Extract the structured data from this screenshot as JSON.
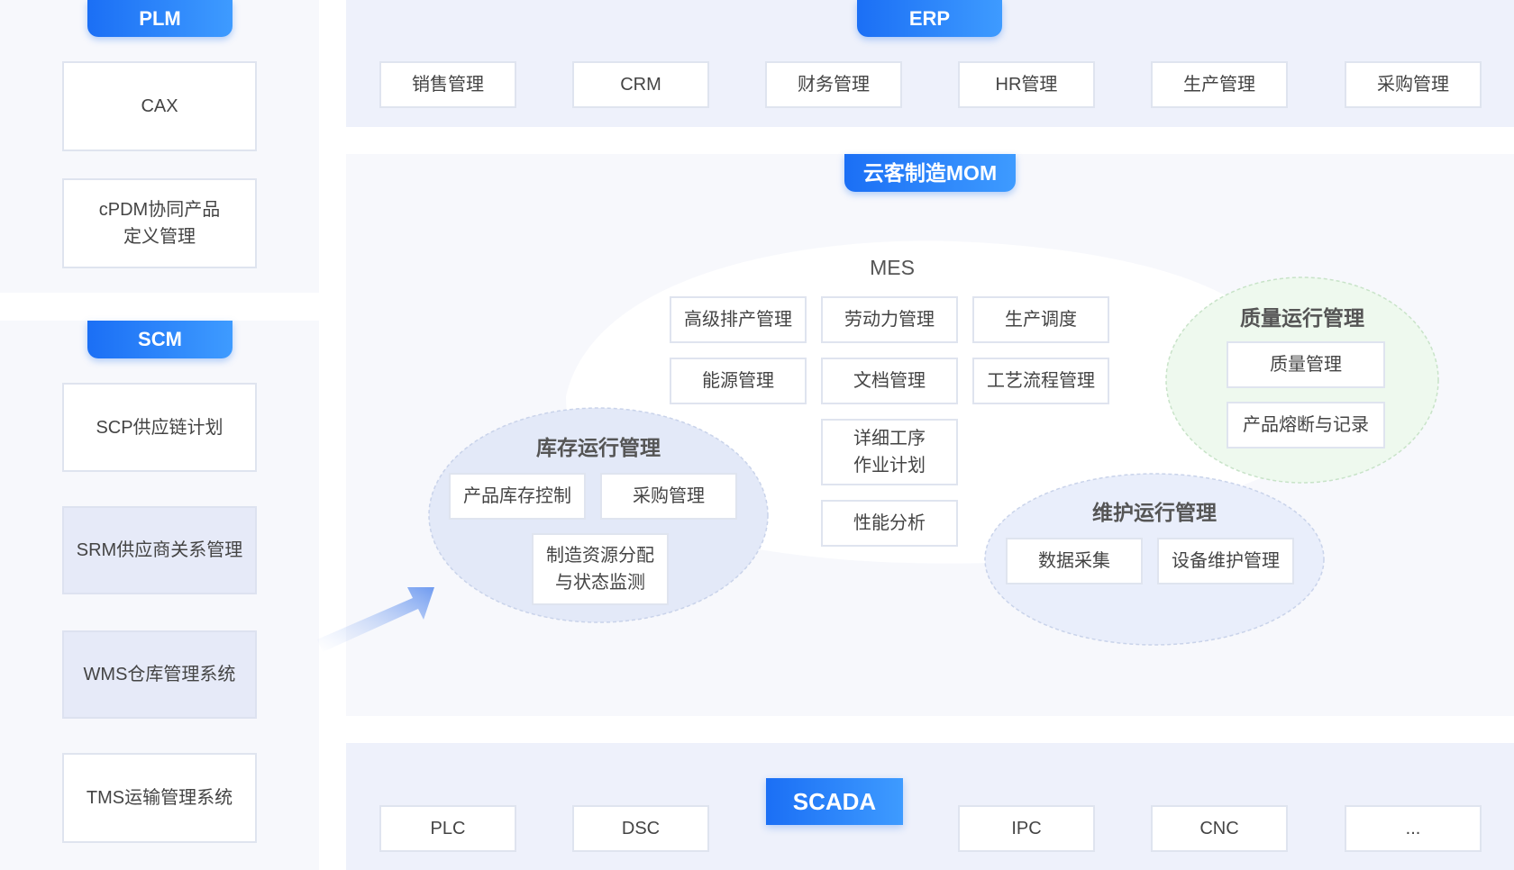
{
  "plm": {
    "tag": "PLM",
    "items": [
      "CAX",
      "cPDM协同产品\n定义管理"
    ]
  },
  "scm": {
    "tag": "SCM",
    "items": [
      "SCP供应链计划",
      "SRM供应商关系管理",
      "WMS仓库管理系统",
      "TMS运输管理系统"
    ]
  },
  "erp": {
    "tag": "ERP",
    "items": [
      "销售管理",
      "CRM",
      "财务管理",
      "HR管理",
      "生产管理",
      "采购管理"
    ]
  },
  "mom": {
    "tag": "云客制造MOM"
  },
  "mes": {
    "title": "MES",
    "items": [
      "高级排产管理",
      "劳动力管理",
      "生产调度",
      "能源管理",
      "文档管理",
      "工艺流程管理",
      "详细工序\n作业计划",
      "性能分析"
    ]
  },
  "inventory": {
    "title": "库存运行管理",
    "items": [
      "产品库存控制",
      "采购管理",
      "制造资源分配\n与状态监测"
    ]
  },
  "quality": {
    "title": "质量运行管理",
    "items": [
      "质量管理",
      "产品熔断与记录"
    ]
  },
  "maintenance": {
    "title": "维护运行管理",
    "items": [
      "数据采集",
      "设备维护管理"
    ]
  },
  "scada": {
    "tag": "SCADA",
    "items": [
      "PLC",
      "DSC",
      "IPC",
      "CNC",
      "..."
    ]
  },
  "colors": {
    "accent": "#1b6ff5",
    "panel": "#f7f8fc",
    "erp_panel": "#eef1fb"
  }
}
